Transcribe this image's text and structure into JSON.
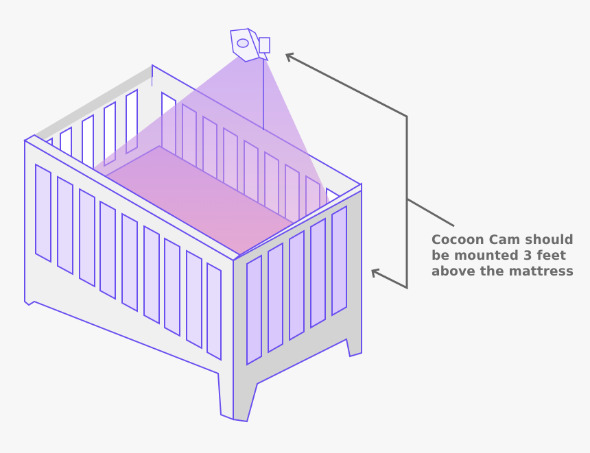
{
  "illustration": {
    "subject": "crib-with-mounted-camera",
    "colors": {
      "background": "#f7f7f7",
      "outline": "#6a4ff0",
      "crib_light": "#f0f0f0",
      "crib_shade": "#d4d3d4",
      "beam": "#b98af0",
      "mattress": "#e2b1de",
      "mattress_lower": "#dcccfb",
      "arrow": "#666666"
    }
  },
  "caption": {
    "lines": [
      "Cocoon Cam should",
      "be mounted 3 feet",
      "above the mattress"
    ]
  }
}
